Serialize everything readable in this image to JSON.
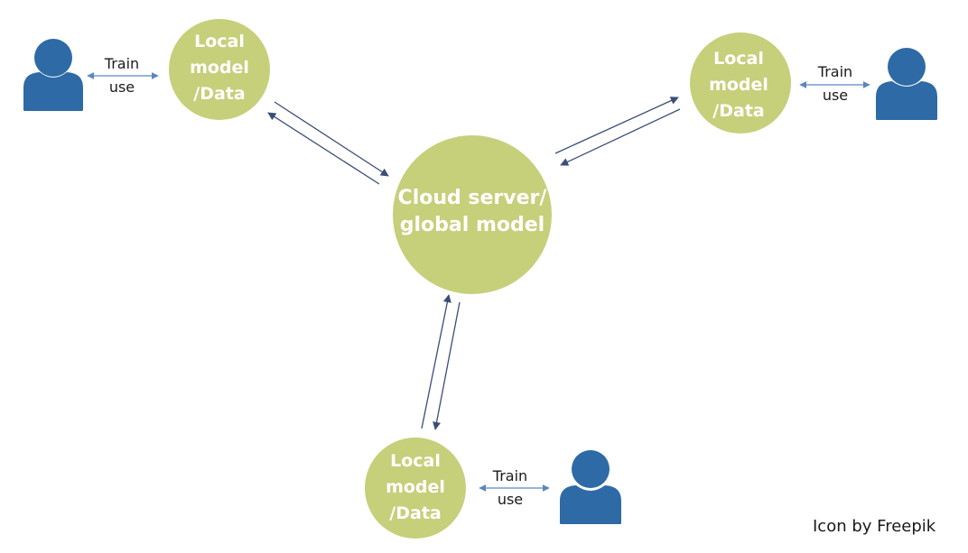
{
  "colors": {
    "node_fill": "#c6cf7a",
    "node_text": "#ffffff",
    "user_icon": "#2e6aa5",
    "arrow": "#3b4e76",
    "link_arrow": "#5b86c0",
    "text": "#1a1a1a"
  },
  "central_node": {
    "lines": [
      "Cloud server/",
      "global model"
    ]
  },
  "local_nodes": [
    {
      "id": "top-left",
      "lines": [
        "Local",
        "model",
        "/Data"
      ],
      "link_label": [
        "Train",
        "use"
      ]
    },
    {
      "id": "top-right",
      "lines": [
        "Local",
        "model",
        "/Data"
      ],
      "link_label": [
        "Train",
        "use"
      ]
    },
    {
      "id": "bottom",
      "lines": [
        "Local",
        "model",
        "/Data"
      ],
      "link_label": [
        "Train",
        "use"
      ]
    }
  ],
  "users": [
    {
      "icon": "user-icon"
    },
    {
      "icon": "user-icon"
    },
    {
      "icon": "user-icon"
    }
  ],
  "credit": "Icon by Freepik"
}
